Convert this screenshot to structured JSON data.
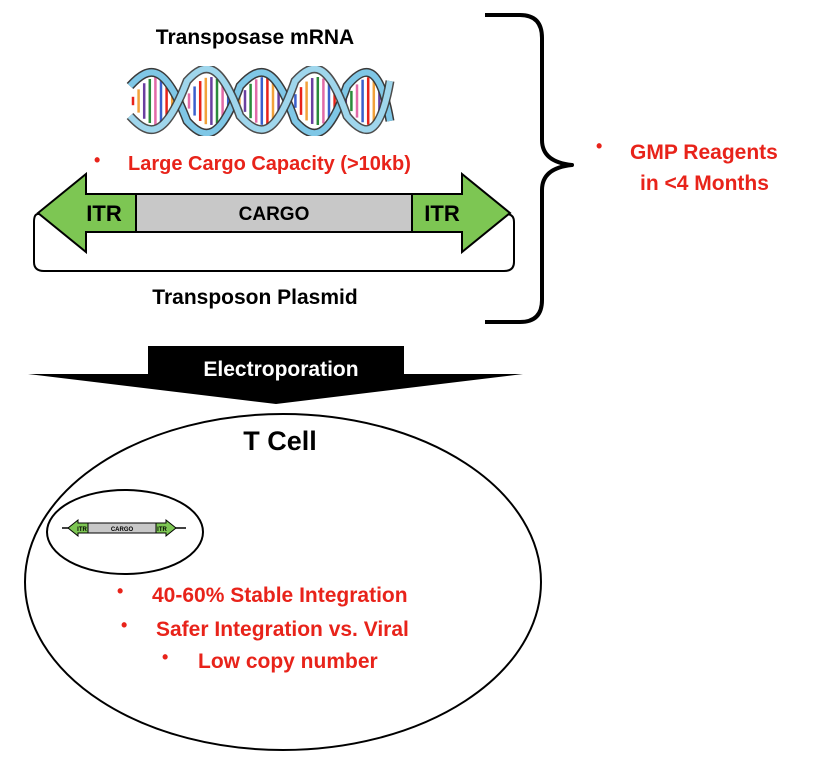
{
  "top": {
    "mrna_label": "Transposase mRNA",
    "cargo_capacity": "Large Cargo Capacity (>10kb)",
    "plasmid_label": "Transposon Plasmid",
    "itr_left": "ITR",
    "itr_right": "ITR",
    "cargo": "CARGO"
  },
  "side": {
    "line1": "GMP Reagents",
    "line2": "in <4 Months"
  },
  "process": {
    "step": "Electroporation"
  },
  "cell": {
    "title": "T Cell",
    "mini_itr_left": "ITR",
    "mini_cargo": "CARGO",
    "mini_itr_right": "ITR",
    "bullets": [
      "40-60% Stable Integration",
      "Safer Integration vs. Viral",
      "Low copy number"
    ]
  },
  "colors": {
    "red": "#e8231a",
    "itr_green": "#7dc653",
    "cargo_gray": "#c8c8c8",
    "dna_blue": "#7fc7e6"
  }
}
